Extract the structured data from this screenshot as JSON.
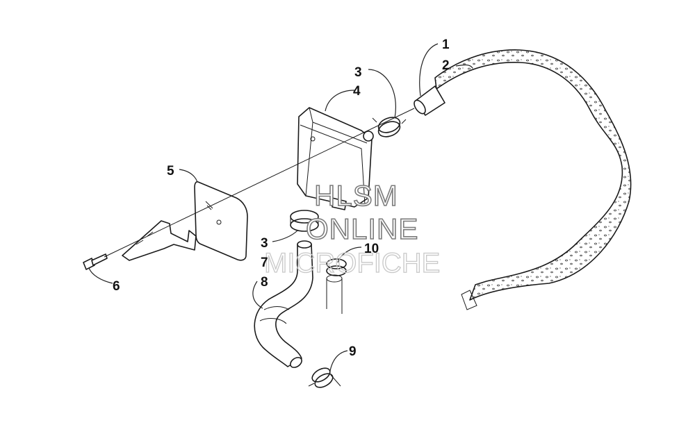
{
  "callouts": [
    {
      "id": "c1",
      "text": "1"
    },
    {
      "id": "c2",
      "text": "2"
    },
    {
      "id": "c3a",
      "text": "3"
    },
    {
      "id": "c4",
      "text": "4"
    },
    {
      "id": "c5",
      "text": "5"
    },
    {
      "id": "c3b",
      "text": "3"
    },
    {
      "id": "c10",
      "text": "10"
    },
    {
      "id": "c7",
      "text": "7"
    },
    {
      "id": "c8",
      "text": "8"
    },
    {
      "id": "c6",
      "text": "6"
    },
    {
      "id": "c9",
      "text": "9"
    }
  ],
  "watermark": {
    "line1": "HLSM",
    "line2": "ONLINE",
    "line3": "MICROFICHE"
  },
  "colors": {
    "line": "#1a1a1a",
    "background": "#ffffff",
    "watermark": "#7a7a7a"
  }
}
